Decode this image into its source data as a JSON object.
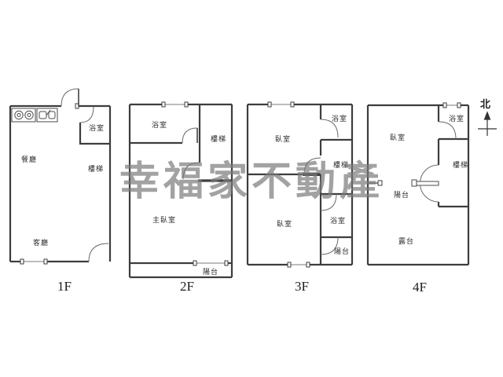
{
  "watermark": "幸福家不動產",
  "compass": {
    "north": "北"
  },
  "colors": {
    "wall": "#3d3d3d",
    "thin": "#7a7a7a",
    "arc": "#6a6a6a",
    "watermark": "#7a7a7a"
  },
  "floors": [
    {
      "label": "1F",
      "rooms": {
        "dining": "餐廳",
        "living": "客廳",
        "bath": "浴室",
        "stairs": "樓梯"
      }
    },
    {
      "label": "2F",
      "rooms": {
        "bath": "浴室",
        "stairs": "樓梯",
        "master_bedroom": "主臥室",
        "balcony": "陽台"
      }
    },
    {
      "label": "3F",
      "rooms": {
        "bedroom_top": "臥室",
        "bath_top": "浴室",
        "stairs": "樓梯",
        "bedroom_bottom": "臥室",
        "bath_bottom": "浴室",
        "balcony": "陽台"
      }
    },
    {
      "label": "4F",
      "rooms": {
        "bedroom": "臥室",
        "bath": "浴室",
        "stairs": "樓梯",
        "balcony": "陽台",
        "terrace": "露台"
      }
    }
  ]
}
